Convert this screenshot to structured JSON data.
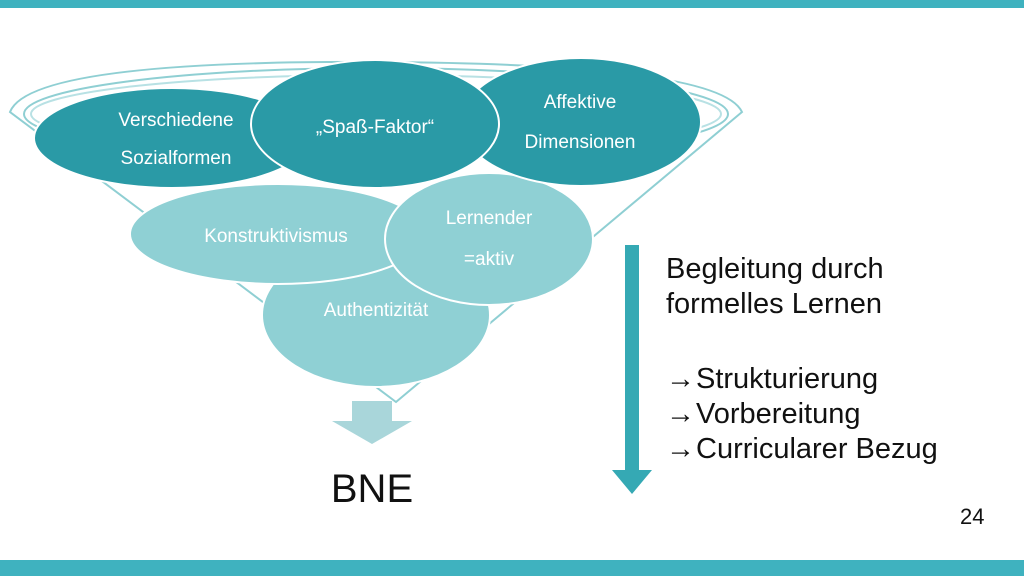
{
  "colors": {
    "band": "#3fb2bf",
    "dark_teal": "#2a9aa6",
    "light_teal": "#8fd0d4",
    "funnel_stroke": "#8fcfd3",
    "arrow": "#35a9b4",
    "bne_arrow": "#a9d6da"
  },
  "funnel": {
    "ellipses": {
      "verschiedene": {
        "line1": "Verschiedene",
        "line2": "Sozialformen"
      },
      "spass": {
        "label": "„Spaß-Faktor“"
      },
      "affektive": {
        "line1": "Affektive",
        "line2": "Dimensionen"
      },
      "konstruktivismus": {
        "label": "Konstruktivismus"
      },
      "lernender": {
        "line1": "Lernender",
        "line2": "=aktiv"
      },
      "authentizitaet": {
        "label": "Authentizität"
      }
    },
    "output_label": "BNE"
  },
  "side_panel": {
    "heading_line1": "Begleitung durch",
    "heading_line2": "formelles Lernen",
    "arrow_icon": "right-arrow-icon",
    "items": [
      "Strukturierung",
      "Vorbereitung",
      "Curricularer Bezug"
    ]
  },
  "page_number": "24"
}
